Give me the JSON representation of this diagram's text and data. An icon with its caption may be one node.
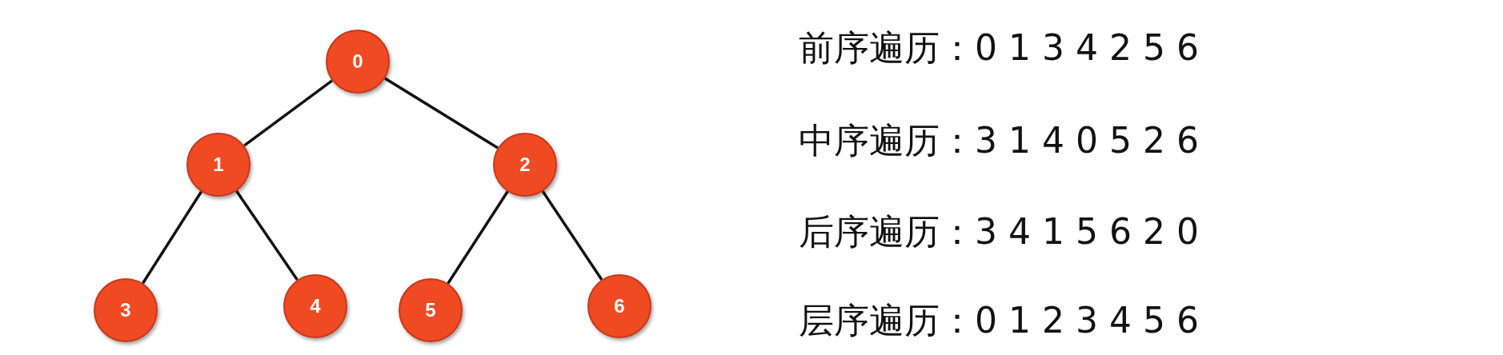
{
  "diagram": {
    "nodes": [
      {
        "text": [
          "0"
        ]
      },
      {
        "text": [
          "1"
        ]
      },
      {
        "text": [
          "2"
        ]
      },
      {
        "text": [
          "3"
        ]
      },
      {
        "text": [
          "4"
        ]
      },
      {
        "text": [
          "5"
        ]
      },
      {
        "text": [
          "6"
        ]
      }
    ],
    "edges": [
      {
        "from": 0,
        "to": 1,
        "arrow": "none"
      },
      {
        "from": 0,
        "to": 2,
        "arrow": "none"
      },
      {
        "from": 1,
        "to": 3,
        "arrow": "none"
      },
      {
        "from": 1,
        "to": 4,
        "arrow": "none"
      },
      {
        "from": 2,
        "to": 5,
        "arrow": "none"
      },
      {
        "from": 2,
        "to": 6,
        "arrow": "none"
      }
    ],
    "labels": [
      "前序遍历：0 1 3 4 2 5 6",
      "中序遍历：3 1 4 0 5 2 6",
      "后序遍历：3 4 1 5 6 2 0",
      "层序遍历：0 1 2 3 4 5 6"
    ]
  }
}
